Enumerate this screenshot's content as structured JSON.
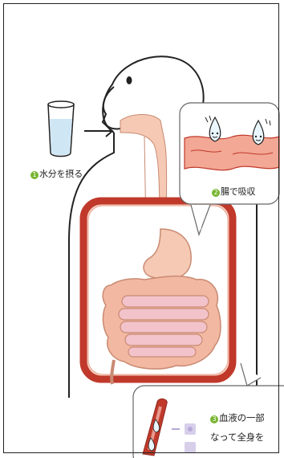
{
  "labels": {
    "step1_number": "1",
    "step1_text": "水分を摂る",
    "step2_number": "2",
    "step2_text": "腸で吸収",
    "step3_number": "3",
    "step3_line1": "血液の一部",
    "step3_line2": "なって全身を"
  },
  "colors": {
    "outline": "#222222",
    "step_badge": "#79b531",
    "gut_wall": "#c0392b",
    "gut_inner": "#f2b8a2",
    "esophagus": "#f5c9b4",
    "small_intestine": "#f3c3cc",
    "water": "#cfe6f5",
    "vessel": "#c0392b"
  },
  "icons": [
    "water-glass-icon",
    "arrow-right-icon",
    "water-drop-icon",
    "blood-vessel-icon"
  ]
}
